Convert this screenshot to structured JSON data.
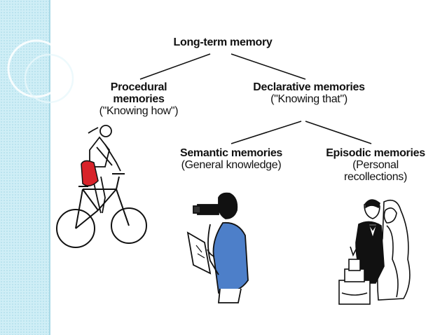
{
  "diagram": {
    "root": {
      "title": "Long-term memory"
    },
    "procedural": {
      "title_line1": "Procedural",
      "title_line2": "memories",
      "subtitle": "(\"Knowing how\")"
    },
    "declarative": {
      "title": "Declarative memories",
      "subtitle": "(\"Knowing that\")"
    },
    "semantic": {
      "title": "Semantic memories",
      "subtitle": "(General knowledge)"
    },
    "episodic": {
      "title": "Episodic memories",
      "subtitle_line1": "(Personal",
      "subtitle_line2": "recollections)"
    }
  },
  "colors": {
    "side_band": "#cfeef6",
    "line": "#111111",
    "cyclist_shorts": "#d8232a",
    "shirt_blue": "#4d7fc9"
  },
  "icons": [
    "cyclist-illustration",
    "camera-person-illustration",
    "wedding-couple-illustration"
  ]
}
